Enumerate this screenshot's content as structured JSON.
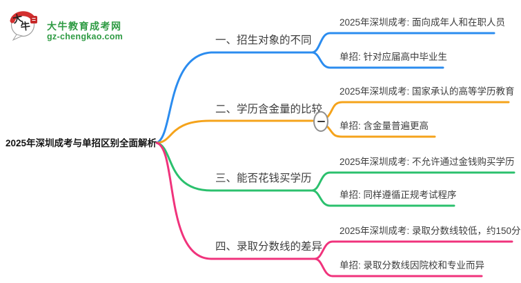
{
  "logo": {
    "site_name": "大牛教育成考网",
    "site_url": "gz-chengkao.com",
    "icon_char_top": "大",
    "icon_char_bottom": "牛",
    "brand_color": "#2e9b43"
  },
  "mindmap": {
    "root": "2025年深圳成考与单招区别全面解析",
    "collapse_icon": "minus",
    "colors": {
      "branch1": "#2b8cef",
      "branch2": "#f5a31b",
      "branch3": "#2bc06d",
      "branch4": "#f0337c"
    },
    "branches": [
      {
        "label": "一、招生对象的不同",
        "color": "#2b8cef",
        "children": [
          {
            "text": "2025年深圳成考: 面向成年人和在职人员"
          },
          {
            "text": "单招: 针对应届高中毕业生"
          }
        ]
      },
      {
        "label": "二、学历含金量的比较",
        "color": "#f5a31b",
        "children": [
          {
            "text": "2025年深圳成考: 国家承认的高等学历教育"
          },
          {
            "text": "单招: 含金量普遍更高"
          }
        ]
      },
      {
        "label": "三、能否花钱买学历",
        "color": "#2bc06d",
        "children": [
          {
            "text": "2025年深圳成考: 不允许通过金钱购买学历"
          },
          {
            "text": "单招: 同样遵循正规考试程序"
          }
        ]
      },
      {
        "label": "四、录取分数线的差异",
        "color": "#f0337c",
        "children": [
          {
            "text": "2025年深圳成考: 录取分数线较低，约150分"
          },
          {
            "text": "单招: 录取分数线因院校和专业而异"
          }
        ]
      }
    ]
  }
}
